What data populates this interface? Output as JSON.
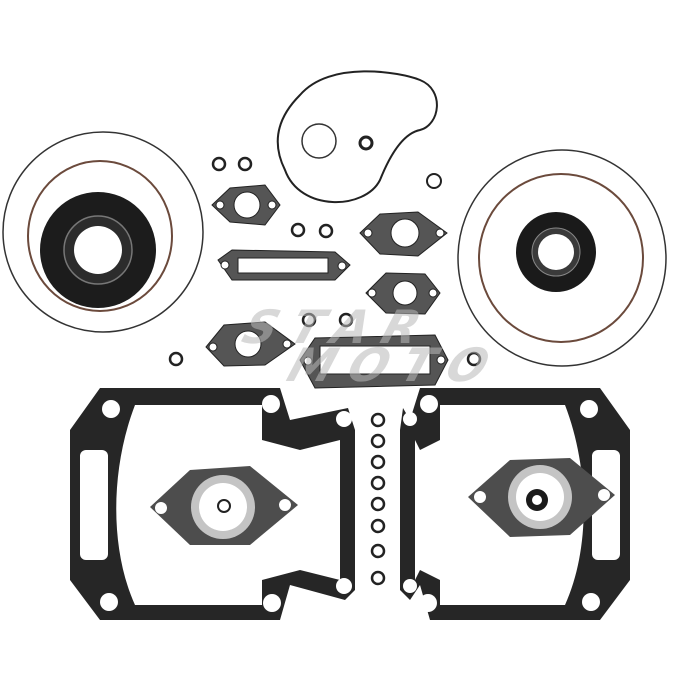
{
  "image": {
    "subject": "Snowmobile engine gasket kit",
    "background": "#ffffff",
    "colors": {
      "gasket_fill": "#2a2a2a",
      "gasket_gray": "#5a5a5a",
      "seal_black": "#1a1a1a",
      "oring": "#222222",
      "oring_brown": "#6b4a3c",
      "steel_ring": "#bdbdbd"
    }
  },
  "watermark": {
    "line1": "STAR",
    "line2": "MOTO"
  }
}
